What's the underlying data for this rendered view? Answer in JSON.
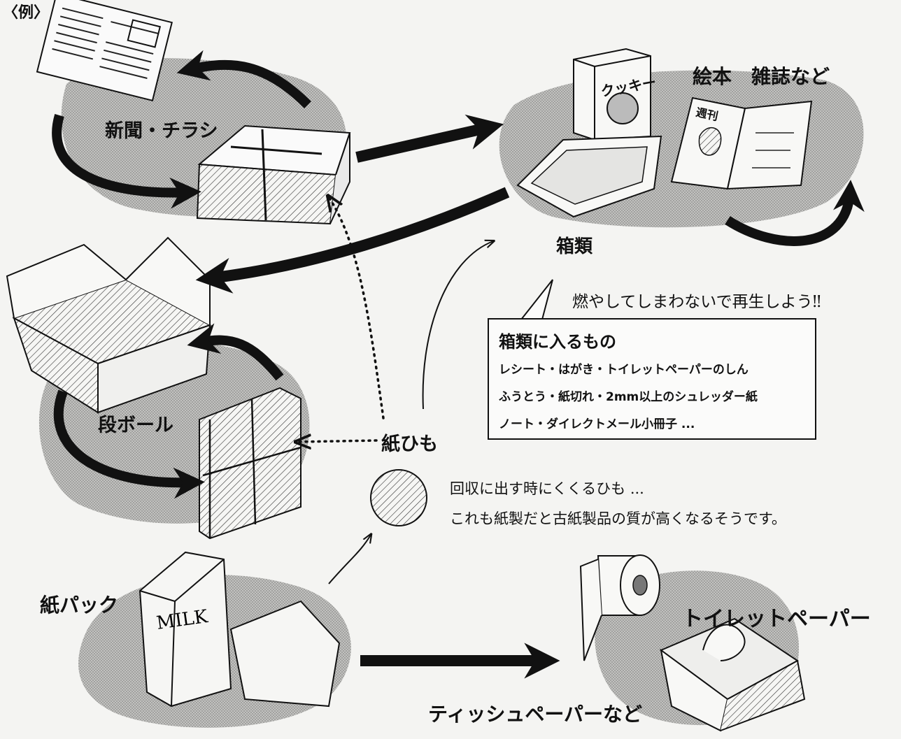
{
  "example_mark": "〈例〉",
  "labels": {
    "newspaper": "新聞・チラシ",
    "books": "絵本　雑誌など",
    "boxes": "箱類",
    "cardboard": "段ボール",
    "string": "紙ひも",
    "carton": "紙パック",
    "toilet_paper": "トイレットペーパー",
    "tissue_paper": "ティッシュペーパーなど",
    "cookie_box": "クッキー",
    "magazine_title": "週刊"
  },
  "boxes_note": {
    "headline": "燃やしてしまわないで再生しよう‼",
    "title": "箱類に入るもの",
    "items": [
      "レシート・はがき・トイレットペーパーのしん",
      "ふうとう・紙切れ・2mm以上のシュレッダー紙",
      "ノート・ダイレクトメール小冊子 ..."
    ]
  },
  "string_note": [
    "回収に出す時にくくるひも ...",
    "これも紙製だと古紙製品の質が高くなるそうです。"
  ],
  "colors": {
    "ink": "#111111",
    "blob": "#a9a9a9",
    "paper": "#f4f4f2"
  }
}
